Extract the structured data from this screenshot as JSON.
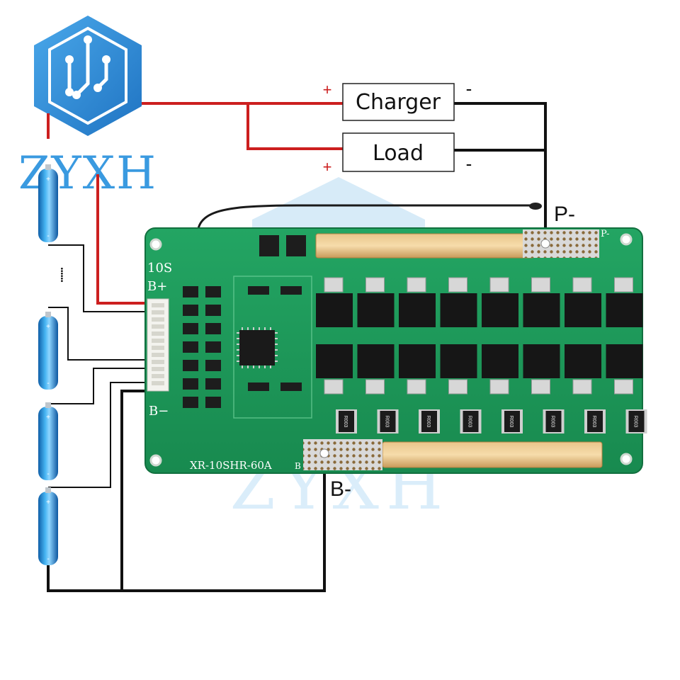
{
  "brand": {
    "name": "ZYXH",
    "watermark": "ZYXH",
    "logo_icon": "circuit-hexagon-icon"
  },
  "boxes": {
    "charger": "Charger",
    "load": "Load"
  },
  "polarity": {
    "plus": "+",
    "minus": "-"
  },
  "terminals": {
    "p_minus": "P-",
    "b_minus": "B-",
    "board_p": "P-",
    "board_b": "B"
  },
  "board": {
    "series_label": "10S",
    "b_plus_label": "B+",
    "b_minus_label": "B−",
    "model": "XR-10SHR-60A",
    "resistor_code": "R003",
    "mosfet_count": 16,
    "resistor_count": 8
  },
  "battery": {
    "ellipsis": "••••••"
  },
  "colors": {
    "wire_positive": "#cc1f1f",
    "wire_negative": "#111111",
    "pcb_green": "#1f9a5a",
    "logo_blue": "#2f8fd8",
    "cell_blue": "#2e9ee6"
  }
}
